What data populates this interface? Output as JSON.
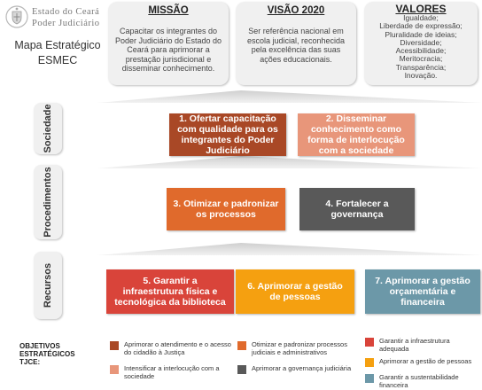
{
  "header": {
    "org_line1": "Estado do Ceará",
    "org_line2": "Poder Judiciário",
    "map_title_line1": "Mapa Estratégico",
    "map_title_line2": "ESMEC"
  },
  "cards": {
    "missao": {
      "title": "MISSÃO",
      "text": "Capacitar os integrantes do Poder Judiciário do Estado do Ceará para aprimorar a prestação jurisdicional e disseminar conhecimento."
    },
    "visao": {
      "title": "VISÃO 2020",
      "text": "Ser referência nacional em escola judicial, reconhecida pela excelência das suas ações educacionais."
    },
    "valores": {
      "title": "VALORES",
      "items": [
        "Igualdade;",
        "Liberdade de expressão;",
        "Pluralidade de ideias;",
        "Diversidade;",
        "Acessibilidade;",
        "Meritocracia;",
        "Transparência;",
        "Inovação."
      ]
    }
  },
  "perspectives": {
    "sociedade": "Sociedade",
    "procedimentos": "Procedimentos",
    "recursos": "Recursos"
  },
  "objectives": [
    {
      "label": "1. Ofertar capacitação com qualidade para os integrantes do Poder Judiciário",
      "color": "#a94826"
    },
    {
      "label": "2. Disseminar conhecimento como forma de interlocução com a sociedade",
      "color": "#e8967a"
    },
    {
      "label": "3. Otimizar e padronizar os processos",
      "color": "#e06a2c"
    },
    {
      "label": "4. Fortalecer a governança",
      "color": "#595959"
    },
    {
      "label": "5. Garantir a infraestrutura física e tecnológica da biblioteca",
      "color": "#d9443a"
    },
    {
      "label": "6. Aprimorar a gestão de pessoas",
      "color": "#f5a010"
    },
    {
      "label": "7. Aprimorar a gestão orçamentária e financeira",
      "color": "#6c98a8"
    }
  ],
  "legend": {
    "title_line1": "OBJETIVOS",
    "title_line2": "ESTRATÉGICOS",
    "title_line3": "TJCE:",
    "items": [
      {
        "text": "Aprimorar o atendimento e o acesso do cidadão à Justiça",
        "color": "#a94826"
      },
      {
        "text": "Intensificar a interlocução com a sociedade",
        "color": "#e8967a"
      },
      {
        "text": "Otimizar e padronizar processos judiciais e administrativos",
        "color": "#e06a2c"
      },
      {
        "text": "Aprimorar a governança judiciária",
        "color": "#595959"
      },
      {
        "text": "Garantir a infraestrutura adequada",
        "color": "#d9443a"
      },
      {
        "text": "Aprimorar a gestão de pessoas",
        "color": "#f5a010"
      },
      {
        "text": "Garantir a sustentabilidade financeira",
        "color": "#6c98a8"
      }
    ]
  }
}
